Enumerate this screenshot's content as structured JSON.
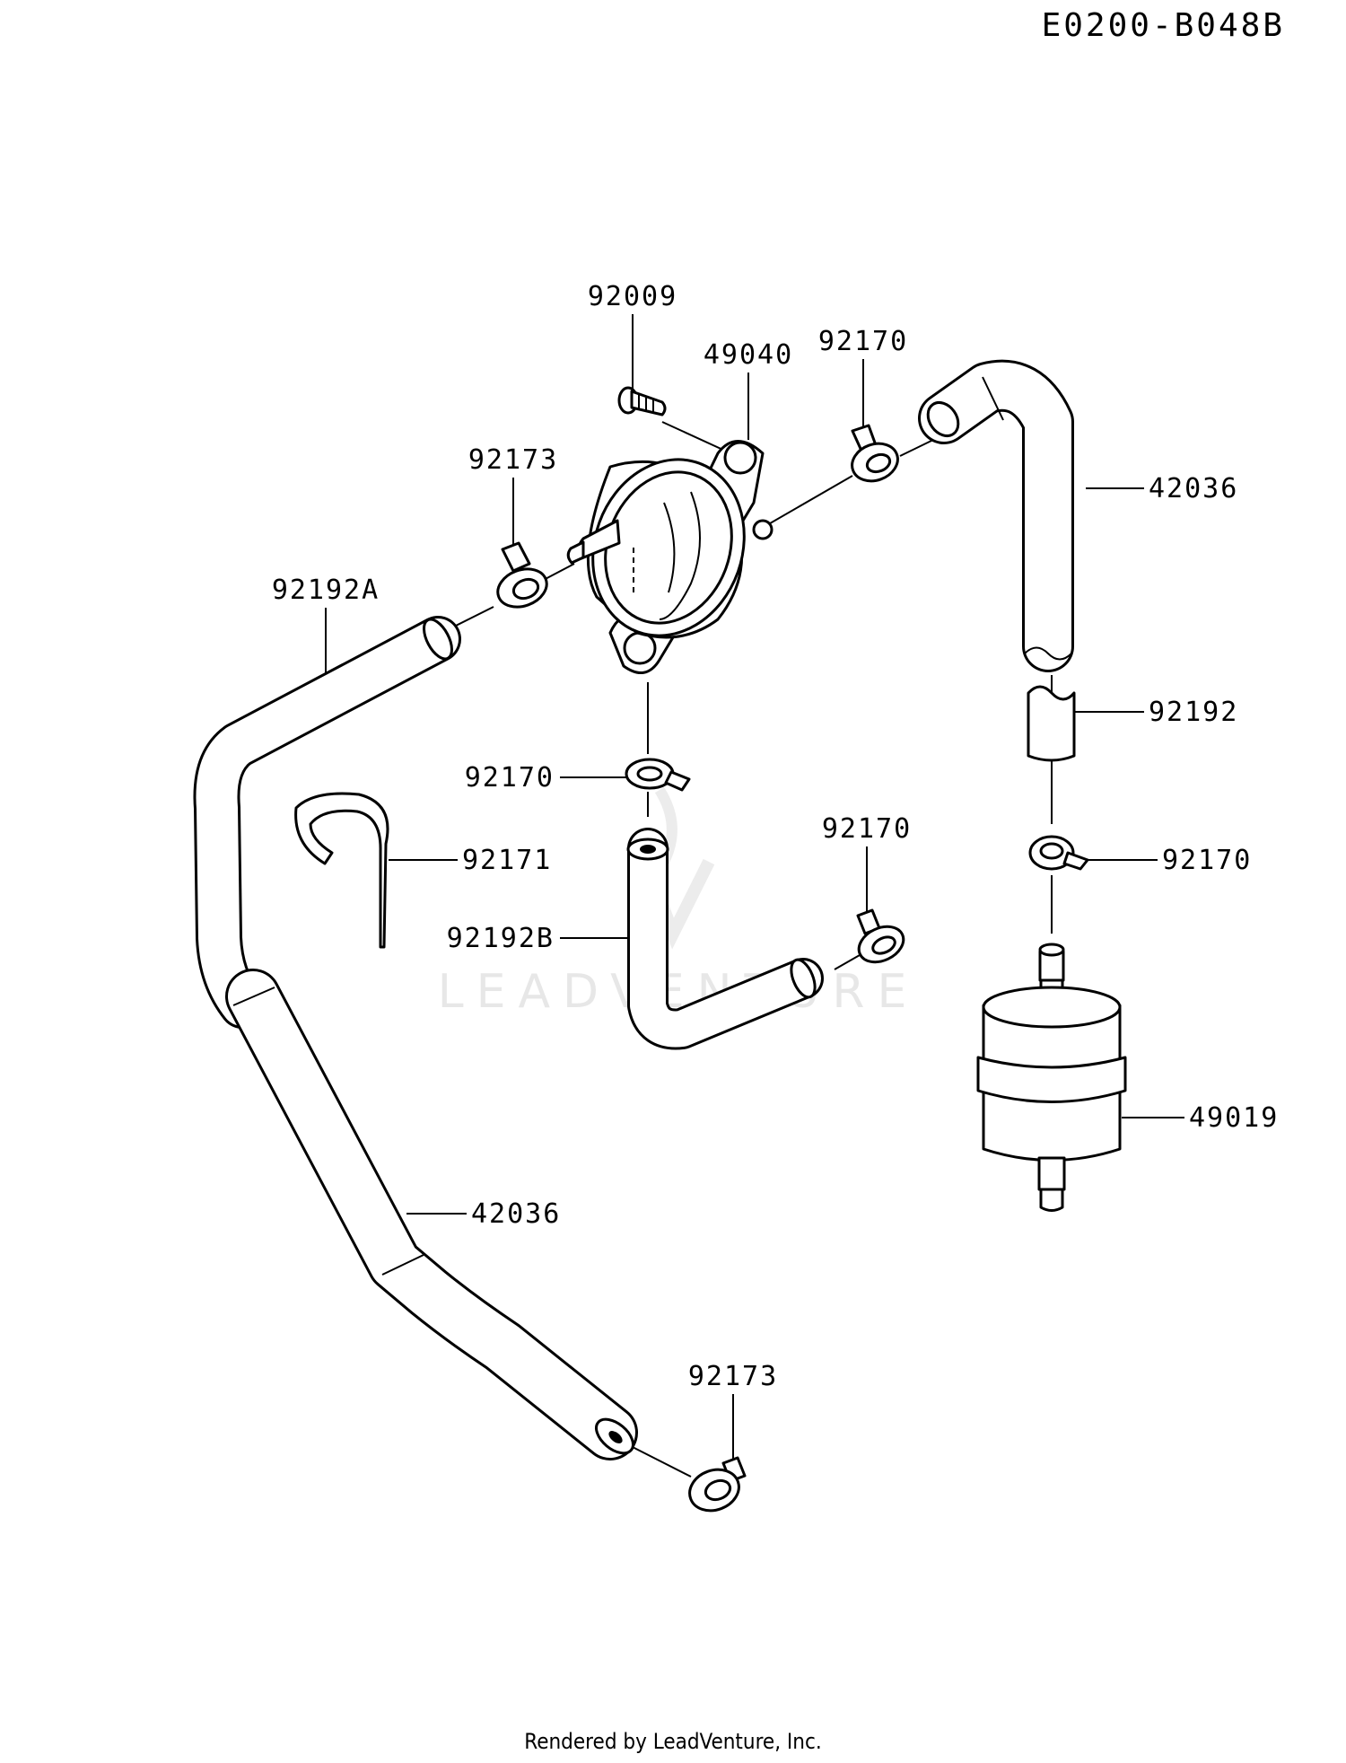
{
  "diagram_code": "E0200-B048B",
  "watermark": "LEADVENTURE",
  "footer": "Rendered by LeadVenture, Inc.",
  "labels": {
    "p92009": "92009",
    "p49040": "49040",
    "p92170_top": "92170",
    "p92173_top": "92173",
    "p42036_right": "42036",
    "p92192A": "92192A",
    "p92192": "92192",
    "p92170_mid": "92170",
    "p92171": "92171",
    "p92170_right": "92170",
    "p92170_lower": "92170",
    "p92192B": "92192B",
    "p49019": "49019",
    "p42036_left": "42036",
    "p92173_bottom": "92173"
  }
}
